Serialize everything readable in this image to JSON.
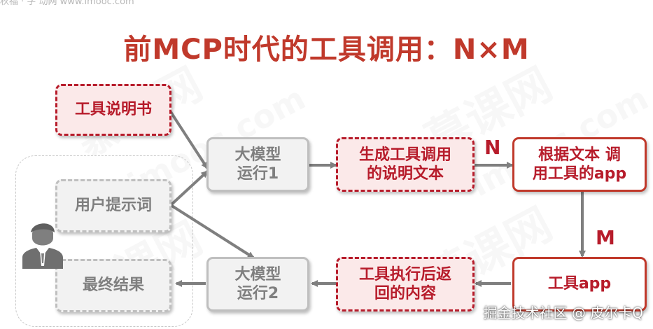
{
  "header_fragment": "秋福 · 字 动网 www.imooc.com",
  "title": "前MCP时代的工具调用：N×M",
  "nodes": {
    "tool_manual": "工具说明书",
    "user_prompt": "用户提示词",
    "final_result": "最终结果",
    "llm_run_1": "大模型\n运行1",
    "llm_run_2": "大模型\n运行2",
    "gen_tool_call_text": "生成工具调用\n的说明文本",
    "call_app_by_text": "根据文本 调\n用工具的app",
    "tool_app": "工具app",
    "tool_exec_result": "工具执行后返\n回的内容"
  },
  "edge_labels": {
    "n": "N",
    "m": "M"
  },
  "background_watermarks": [
    "慕课网",
    "imooc.com"
  ],
  "footer_watermark": "掘金技术社区 @ 皮尔卡Q",
  "colors": {
    "title_red": "#c0392b",
    "accent_red": "#b71c2b",
    "gray_text": "#7f7f7f",
    "gray_border": "#bfbfbf"
  },
  "icons": [
    "user-avatar-icon"
  ]
}
